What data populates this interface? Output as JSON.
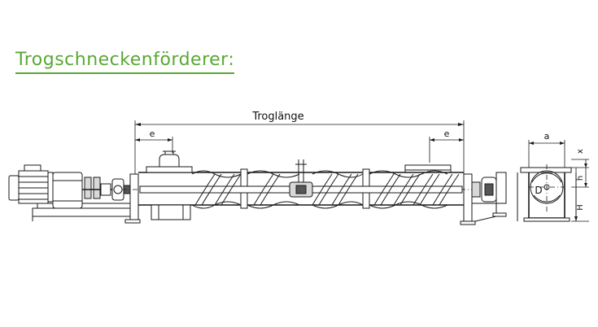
{
  "title": "Trogschneckenförderer:",
  "colors": {
    "title": "#5aa832",
    "line": "#1a1a1a"
  },
  "labels": {
    "trough_length": "Troglänge",
    "e_left": "e",
    "e_right": "e",
    "a": "a",
    "x": "x",
    "h": "h",
    "H": "H",
    "D": "D"
  }
}
